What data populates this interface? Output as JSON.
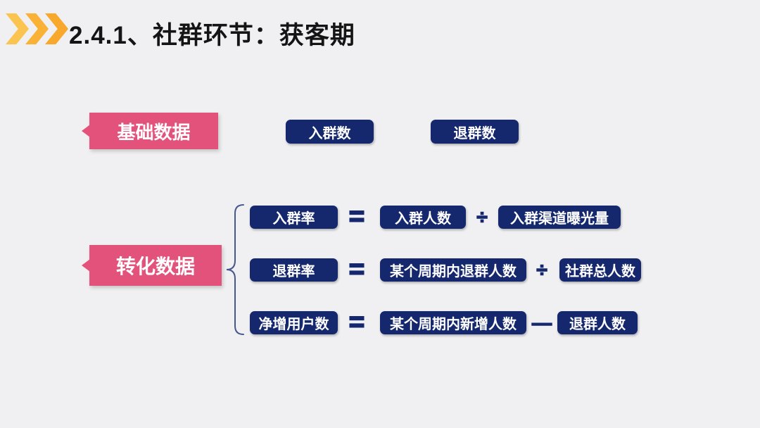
{
  "header": {
    "title": "2.4.1、社群环节：获客期"
  },
  "basic": {
    "label": "基础数据",
    "items": [
      "入群数",
      "退群数"
    ]
  },
  "conversion": {
    "label": "转化数据",
    "rows": [
      {
        "name": "入群率",
        "equals": "=",
        "operand_a": "入群人数",
        "operator": "÷",
        "operand_b": "入群渠道曝光量"
      },
      {
        "name": "退群率",
        "equals": "=",
        "operand_a": "某个周期内退群人数",
        "operator": "÷",
        "operand_b": "社群总人数"
      },
      {
        "name": "净增用户数",
        "equals": "=",
        "operand_a": "某个周期内新增人数",
        "operator": "—",
        "operand_b": "退群人数"
      }
    ]
  },
  "colors": {
    "background": "#f0f0f2",
    "pink": "#e2527a",
    "navy": "#15276d",
    "chevron_orange": "#f8b62d",
    "title_text": "#141414",
    "box_text": "#ffffff"
  }
}
